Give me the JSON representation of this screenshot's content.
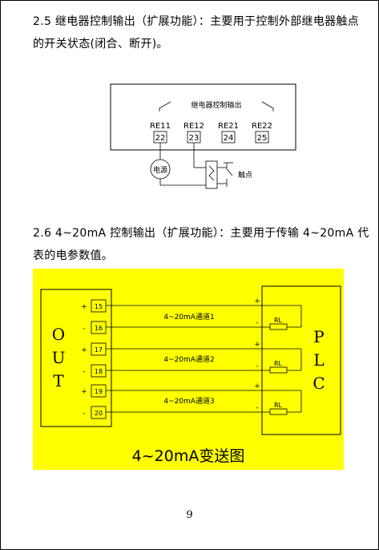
{
  "section_2_5": {
    "heading": "2.5 继电器控制输出（扩展功能）：主要用于控制外部继电器触点的开关状态(闭合、断开)。"
  },
  "relay_diagram": {
    "title": "继电器控制输出",
    "terminals": [
      {
        "label": "RE11",
        "number": "22"
      },
      {
        "label": "RE12",
        "number": "23"
      },
      {
        "label": "RE21",
        "number": "24"
      },
      {
        "label": "RE22",
        "number": "25"
      }
    ],
    "power_label": "电源",
    "contact_label": "触点"
  },
  "section_2_6": {
    "heading": "2.6  4~20mA 控制输出（扩展功能）：主要用于传输 4~20mA 代表的电参数值。"
  },
  "transmit_diagram": {
    "left_box_label": [
      "O",
      "U",
      "T"
    ],
    "right_box_label": [
      "P",
      "L",
      "C"
    ],
    "terminals": [
      {
        "sign": "+",
        "number": "15"
      },
      {
        "sign": "-",
        "number": "16"
      },
      {
        "sign": "+",
        "number": "17"
      },
      {
        "sign": "-",
        "number": "18"
      },
      {
        "sign": "+",
        "number": "19"
      },
      {
        "sign": "-",
        "number": "20"
      }
    ],
    "channels": [
      "4~20mA通道1",
      "4~20mA通道2",
      "4~20mA通道3"
    ],
    "plc_signs": [
      "+",
      "-",
      "+",
      "-",
      "+",
      "-"
    ],
    "resistor_label": "RL",
    "caption": "4~20mA变送图",
    "background_color": "#ffff00"
  },
  "page_number": "9"
}
